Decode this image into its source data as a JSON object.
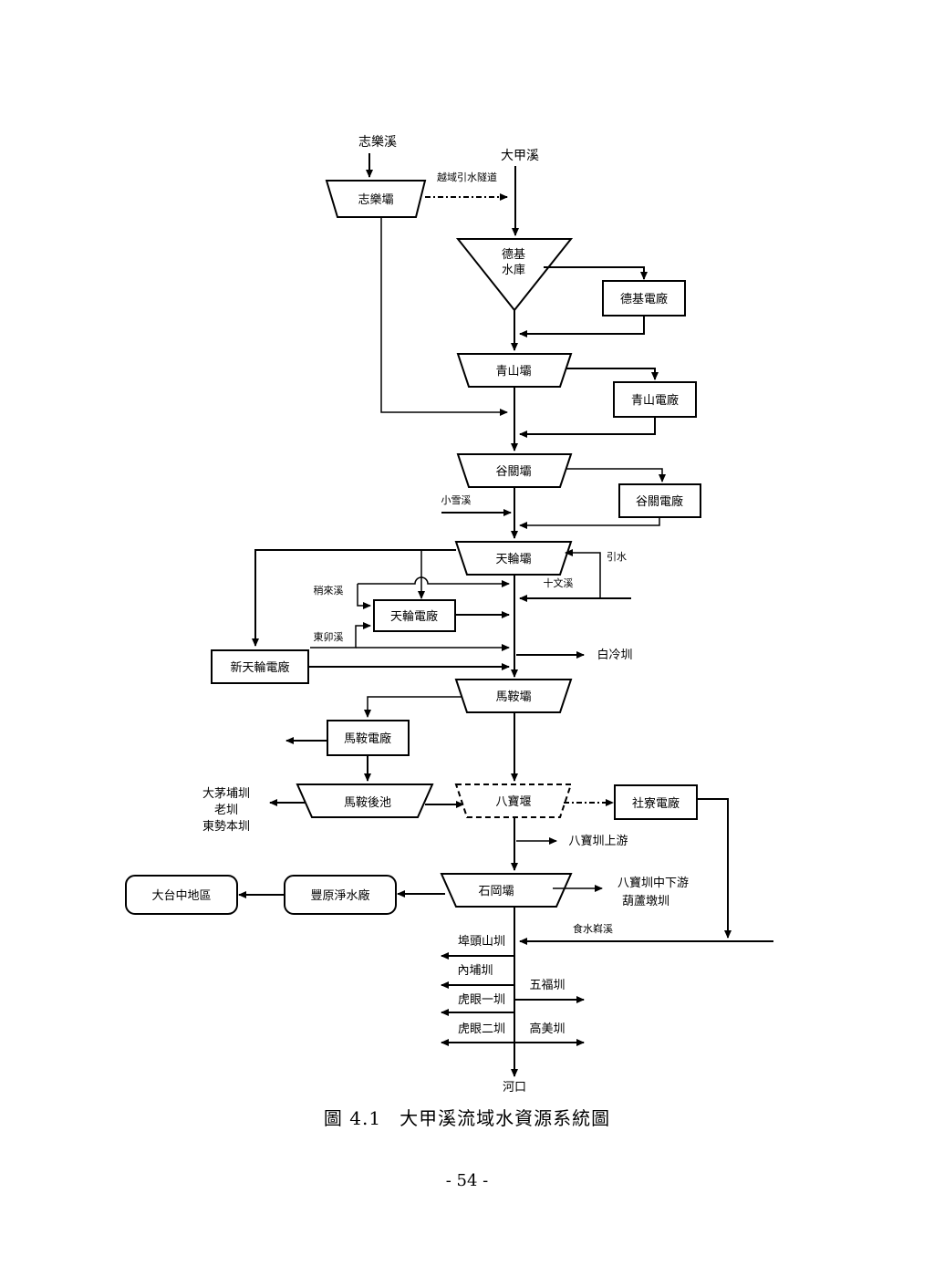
{
  "nodes": {
    "zhile_creek": "志樂溪",
    "dajia_creek": "大甲溪",
    "zhile_weir": "志樂壩",
    "tunnel": "越域引水隧道",
    "deji_res_1": "德基",
    "deji_res_2": "水庫",
    "deji_power": "德基電廠",
    "qingshan_weir": "青山壩",
    "qingshan_power": "青山電廠",
    "guguan_weir": "谷關壩",
    "guguan_power": "谷關電廠",
    "xiaoxue_creek": "小雪溪",
    "tianlun_weir": "天輪壩",
    "yinshui": "引水",
    "shiwen_creek": "十文溪",
    "shaolai_creek": "稍來溪",
    "tianlun_power": "天輪電廠",
    "dongmao_creek": "東卯溪",
    "new_tianlun_power": "新天輪電廠",
    "baileng_canal": "白冷圳",
    "maan_weir": "馬鞍壩",
    "maan_power": "馬鞍電廠",
    "maan_pond": "馬鞍後池",
    "left_canals_1": "大茅埔圳",
    "left_canals_2": "老圳",
    "left_canals_3": "東勢本圳",
    "babao_weir": "八寶堰",
    "sheliao_power": "社寮電廠",
    "babao_upper": "八寶圳上游",
    "shigang_weir": "石岡壩",
    "fengyuan_plant": "豐原淨水廠",
    "taichung_area": "大台中地區",
    "babao_midlower": "八寶圳中下游",
    "hulutun_canal": "葫蘆墩圳",
    "shishuike_creek": "食水嵙溪",
    "daotoushan_canal": "埠頭山圳",
    "neipu_canal": "內埔圳",
    "wufu_canal": "五福圳",
    "huyan1_canal": "虎眼一圳",
    "huyan2_canal": "虎眼二圳",
    "gaomei_canal": "高美圳",
    "estuary": "河口"
  },
  "caption": {
    "figure_no": "圖 4.1",
    "title": "大甲溪流域水資源系統圖"
  },
  "page_number": "- 54 -"
}
